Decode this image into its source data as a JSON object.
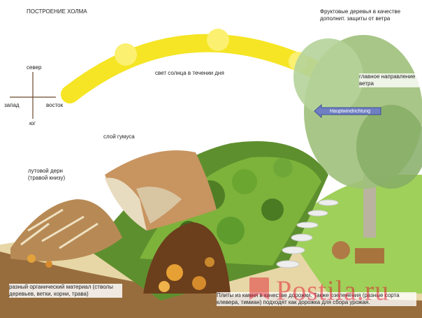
{
  "title": "ПОСТРОЕНИЕ ХОЛМА",
  "compass": {
    "north": "север",
    "south": "юг",
    "west": "запад",
    "east": "восток"
  },
  "sun_label": "свет солнца в течении дня",
  "humus_label": "слой гумуса",
  "sod_label": "лутовой дерн (травой книзу)",
  "fruit_trees_label": "Фруктовые деревья в качестве дополнит. защиты от ветра",
  "wind_label": "главное направление ветра",
  "wind_arrow_text": "Hauptwindrichtung",
  "organic_label": "разный органический материал (стволы деревьев, ветки, корни, трава)",
  "stones_label": "Плиты из камня в качестве дорожки. Также озеленения (разные сорта клевера, тимиан) подходят как дорожка для сбора урожая.",
  "watermark": "Postila.ru",
  "colors": {
    "sun": "#f4e20c",
    "arrow": "#6f7fc2",
    "watermark": "#e0142a"
  }
}
